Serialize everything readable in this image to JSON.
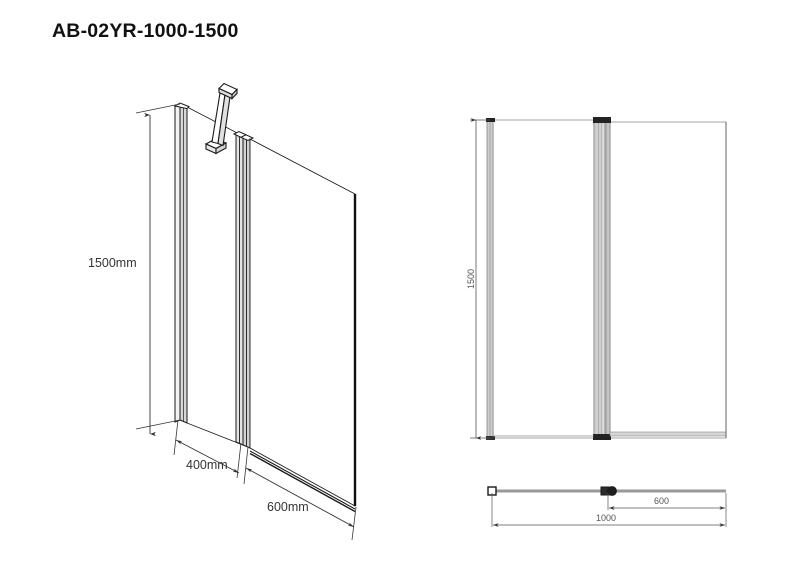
{
  "title": "AB-02YR-1000-1500",
  "drawing": {
    "type": "technical-drawing",
    "product": "bath screen",
    "views": [
      {
        "name": "isometric-view",
        "label": ""
      },
      {
        "name": "front-elevation-view",
        "label": ""
      },
      {
        "name": "plan-view",
        "label": ""
      }
    ]
  },
  "isometric": {
    "height_dimension": "1500mm",
    "panel_a_dimension": "400mm",
    "panel_b_dimension": "600mm"
  },
  "elevation": {
    "height_dimension": "1500"
  },
  "plan": {
    "partial_dimension": "600",
    "overall_dimension": "1000"
  },
  "colors": {
    "line": "#1a1a1a",
    "dim_line": "#4d4d4d",
    "profile_fill": "#c9c9c9",
    "hinge_fill": "#2b2b2b",
    "background": "#ffffff"
  }
}
